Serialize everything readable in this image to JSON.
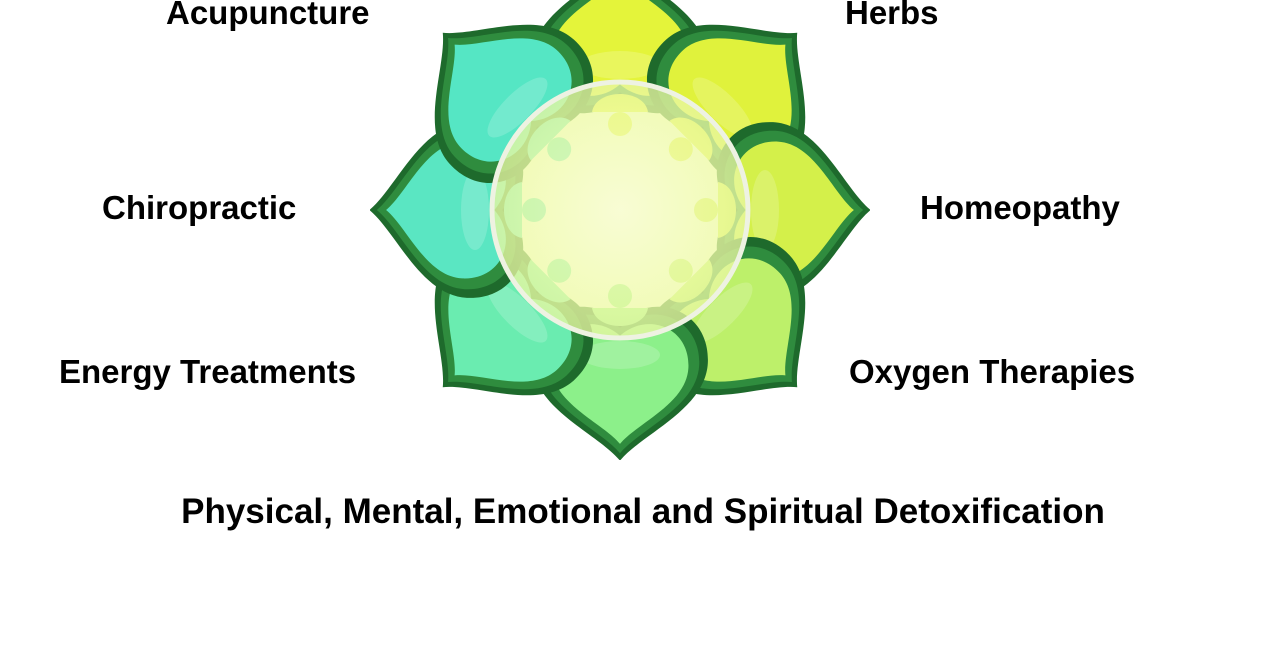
{
  "labels": {
    "acupuncture": "Acupuncture",
    "herbs": "Herbs",
    "chiropractic": "Chiropractic",
    "homeopathy": "Homeopathy",
    "energy_treatments": "Energy Treatments",
    "oxygen_therapies": "Oxygen Therapies"
  },
  "caption": "Physical, Mental, Emotional and Spiritual Detoxification",
  "colors": {
    "petal_outline_dark": "#1e6a2c",
    "petal_outline_mid": "#2f8c3e",
    "petal_yellow": "#e2f23a",
    "petal_aqua": "#5fe8c2",
    "petal_green": "#74ec9a",
    "center_fill": "#f2fbb6",
    "center_ring": "#e8f0d8"
  },
  "petals": [
    {
      "name": "top",
      "color": "#e4f43a"
    },
    {
      "name": "top-right",
      "color": "#e0f23c"
    },
    {
      "name": "right",
      "color": "#d4f04a"
    },
    {
      "name": "bottom-right",
      "color": "#bdf06a"
    },
    {
      "name": "bottom",
      "color": "#8cf08a"
    },
    {
      "name": "bottom-left",
      "color": "#6aecb0"
    },
    {
      "name": "left",
      "color": "#5ae6c2"
    },
    {
      "name": "top-left",
      "color": "#55e6c4"
    }
  ]
}
